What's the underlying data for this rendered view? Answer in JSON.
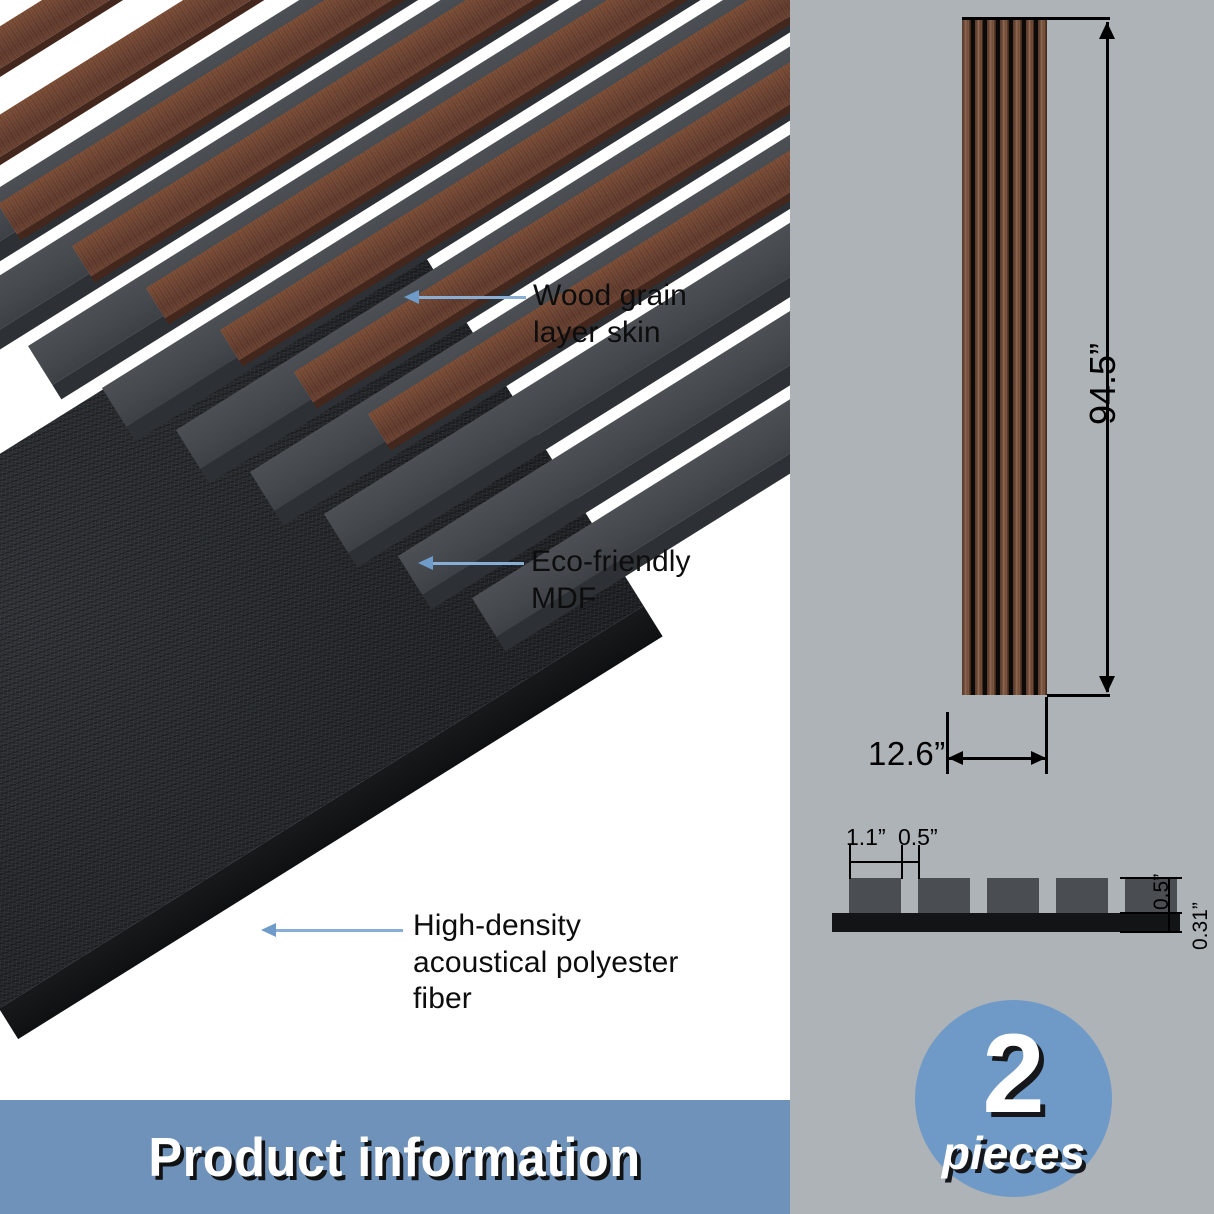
{
  "banner": {
    "title": "Product information"
  },
  "callouts": [
    {
      "id": "wood-grain",
      "label": "Wood grain\nlayer skin"
    },
    {
      "id": "mdf",
      "label": "Eco-friendly\nMDF"
    },
    {
      "id": "fiber",
      "label": "High-density\nacoustical polyester\nfiber"
    }
  ],
  "dimensions": {
    "height": "94.5”",
    "width": "12.6”",
    "slat_width": "1.1”",
    "gap_width": "0.5”",
    "slat_depth": "0.5”",
    "base_thickness": "0.31”"
  },
  "badge": {
    "count": "2",
    "unit": "pieces"
  },
  "colors": {
    "banner_blue": "#6f92ba",
    "badge_blue": "#6f9ac8",
    "panel_gray": "#aeb3b7",
    "leader_blue": "#89aed6",
    "wood_brown": "#6b4130",
    "mdf_gray": "#45494e",
    "fiber_black": "#212427"
  },
  "board": {
    "slat_count": 7
  }
}
